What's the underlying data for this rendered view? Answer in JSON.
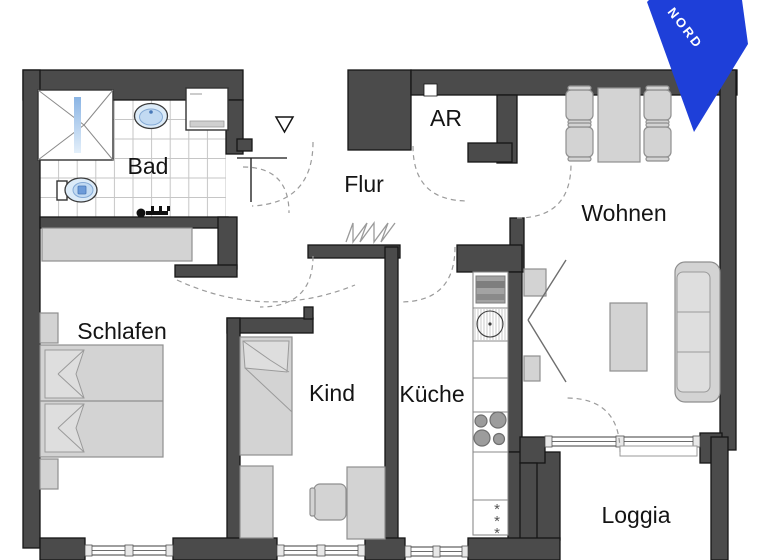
{
  "compass": {
    "label": "NORD",
    "color": "#1e3fd9"
  },
  "rooms": {
    "bad": {
      "label": "Bad"
    },
    "flur": {
      "label": "Flur"
    },
    "ar": {
      "label": "AR"
    },
    "wohnen": {
      "label": "Wohnen"
    },
    "schlafen": {
      "label": "Schlafen"
    },
    "kind": {
      "label": "Kind"
    },
    "kueche": {
      "label": "Küche"
    },
    "loggia": {
      "label": "Loggia"
    }
  },
  "symbols": {
    "freezer_star": "*"
  },
  "icons": {
    "entrance_marker": "triangle-down",
    "north_arrow": "compass-wedge"
  },
  "colors": {
    "wall": "#4b4b4b",
    "furniture_fill": "#d3d3d3",
    "furniture_stroke": "#8f8f8f",
    "sanitary_blue": "#dcebf8",
    "tile_line": "#c6c6c6",
    "door_arc": "#9b9b9b",
    "compass_blue": "#1e3fd9"
  }
}
